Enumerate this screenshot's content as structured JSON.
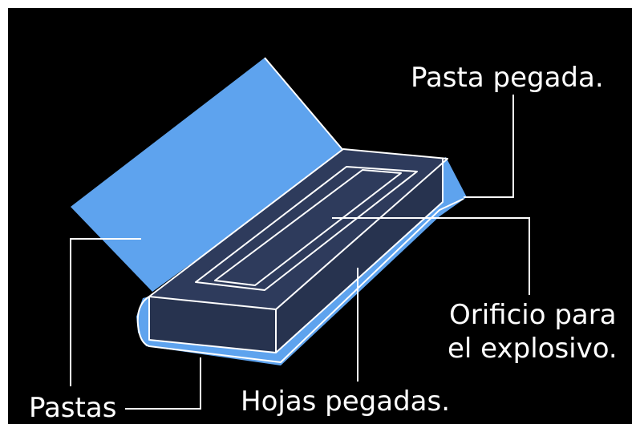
{
  "labels": {
    "pasta_pegada": "Pasta pegada.",
    "orificio_line1": "Orificio para",
    "orificio_line2": "el explosivo.",
    "pastas": "Pastas",
    "hojas_pegadas": "Hojas pegadas."
  },
  "colors": {
    "background": "#000000",
    "cover": "#5ea3ee",
    "block_top": "#2e3b5c",
    "block_side": "#27334f",
    "outline": "#ffffff",
    "text": "#ffffff"
  }
}
